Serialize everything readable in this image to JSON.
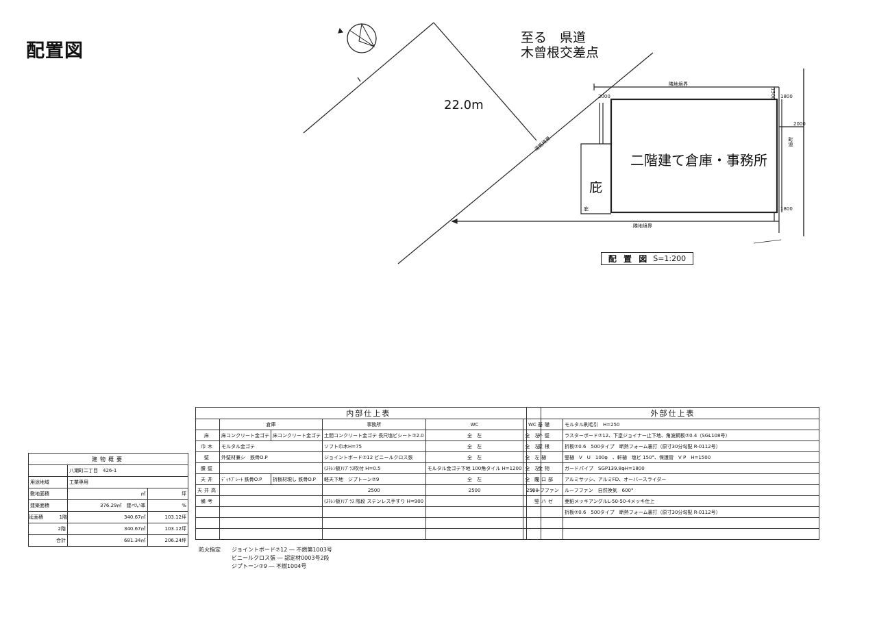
{
  "title": "配置図",
  "road": {
    "line1": "至る　県道",
    "line2": "木曾根交差点"
  },
  "labels": {
    "dim_22": "22.0m",
    "building": "二階建て倉庫・事務所",
    "eaves": "庇",
    "neighbor_top": "隣地境界",
    "neighbor_bottom": "隣地境界",
    "road_side": "道路境界",
    "road_name": "町道",
    "dim_2000a": "2000",
    "dim_2000b": "2000",
    "dim_1500": "1500",
    "dim_1800a": "1800",
    "dim_1800b": "1800",
    "eaves_small": "庇"
  },
  "scale": {
    "label": "配 置 図",
    "value": "S=1:200"
  },
  "summary": {
    "header": "建物概要",
    "rows": [
      {
        "label": "",
        "value": "八潮町二丁目　426-1"
      },
      {
        "label": "用途地域",
        "value": "工業専用"
      },
      {
        "label": "敷地面積",
        "value": "㎡",
        "value2": "坪"
      },
      {
        "label": "建築面積",
        "value": "376.29㎡　建ぺい率",
        "value2": "%"
      },
      {
        "label": "1階",
        "value": "340.67㎡",
        "value2": "103.12坪"
      },
      {
        "label": "2階",
        "value": "340.67㎡",
        "value2": "103.12坪"
      },
      {
        "label": "合計",
        "value": "681.34㎡",
        "value2": "206.24坪"
      }
    ],
    "floor_area_label": "延面積"
  },
  "interior": {
    "header": "内部仕上表",
    "columns": [
      "",
      "倉庫",
      "事務所",
      "WC",
      "WC"
    ],
    "rows": [
      {
        "label": "床",
        "cells": [
          "床コンクリート金ゴテ",
          "床コンクリート金ゴテ",
          "土間コンクリート金ゴテ 長尺塩ビシート⑦2.0",
          "全　左",
          "全　左"
        ]
      },
      {
        "label": "巾木",
        "cells": [
          "モルタル金ゴテ",
          "ソフト巾木H=75",
          "全　左",
          "全　左"
        ]
      },
      {
        "label": "壁",
        "cells": [
          "外壁材兼シ　鉄骨O.P",
          "ジョイントボード⑦12 ビニールクロス張",
          "全　左",
          "全　左"
        ]
      },
      {
        "label": "腰壁",
        "cells": [
          "",
          "(ｽﾁﾚﾝ板)ﾘﾌﾟﾗｽ吹付 H=0.5",
          "モルタル金ゴテ下地 100角タイル H=1200",
          "全　左"
        ]
      },
      {
        "label": "天井",
        "cells": [
          "ﾃﾞｯｷﾌﾟﾚｰﾄ 鉄骨O.P",
          "折板材現し 鉄骨O.P",
          "軽天下地　ジプトーン⑦9",
          "全　左",
          "全　左"
        ]
      },
      {
        "label": "天井高",
        "cells": [
          "",
          "2500",
          "2500",
          "2500"
        ]
      },
      {
        "label": "備考",
        "cells": [
          "",
          "(ｽﾁﾚﾝ板)ﾘﾌﾟﾗｽ 階段 ステンレス手すり H=900",
          "",
          ""
        ]
      }
    ]
  },
  "exterior": {
    "header": "外部仕上表",
    "rows": [
      {
        "label": "基礎",
        "value": "モルタル刷毛引　H=250"
      },
      {
        "label": "外壁",
        "value": "ラスターボード⑦12、下塗ジョイナー止下地、角波鋼板⑦0.4（SGL108号）"
      },
      {
        "label": "屋根",
        "value": "折板⑦0.6　500タイプ　断熱フォーム裏打（原寸30分勾配 R-0112号）"
      },
      {
        "label": "樋",
        "value": "竪樋　V　U　100φ　、軒樋　塩ビ 150°、保護管　V P　H=1500"
      },
      {
        "label": "金物",
        "value": "ガードパイプ　SGP139.8φH=1800"
      },
      {
        "label": "開口部",
        "value": "アルミサッシ、アルミFD、オーバースライダー"
      },
      {
        "label": "ルーフファン",
        "value": "ルーフファン　自然換気　600°"
      },
      {
        "label": "竪ハゼ",
        "value": "亜鉛メッキアングルL-50-50-4メッキ仕上"
      },
      {
        "label": "",
        "value": "折板⑦0.6　500タイプ　断熱フォーム裏打（原寸30分勾配 R-0112号）"
      },
      {
        "label": "",
        "value": ""
      },
      {
        "label": "",
        "value": ""
      }
    ]
  },
  "fire": {
    "title": "防火指定",
    "lines": [
      "ジョイントボード⑦12 ― 不燃第1003号",
      "ビニールクロス張 ― 認定材0003号2段",
      "ジプトーン⑦9 ― 不燃1004号"
    ]
  },
  "colors": {
    "ink": "#111111",
    "paper": "#ffffff"
  }
}
